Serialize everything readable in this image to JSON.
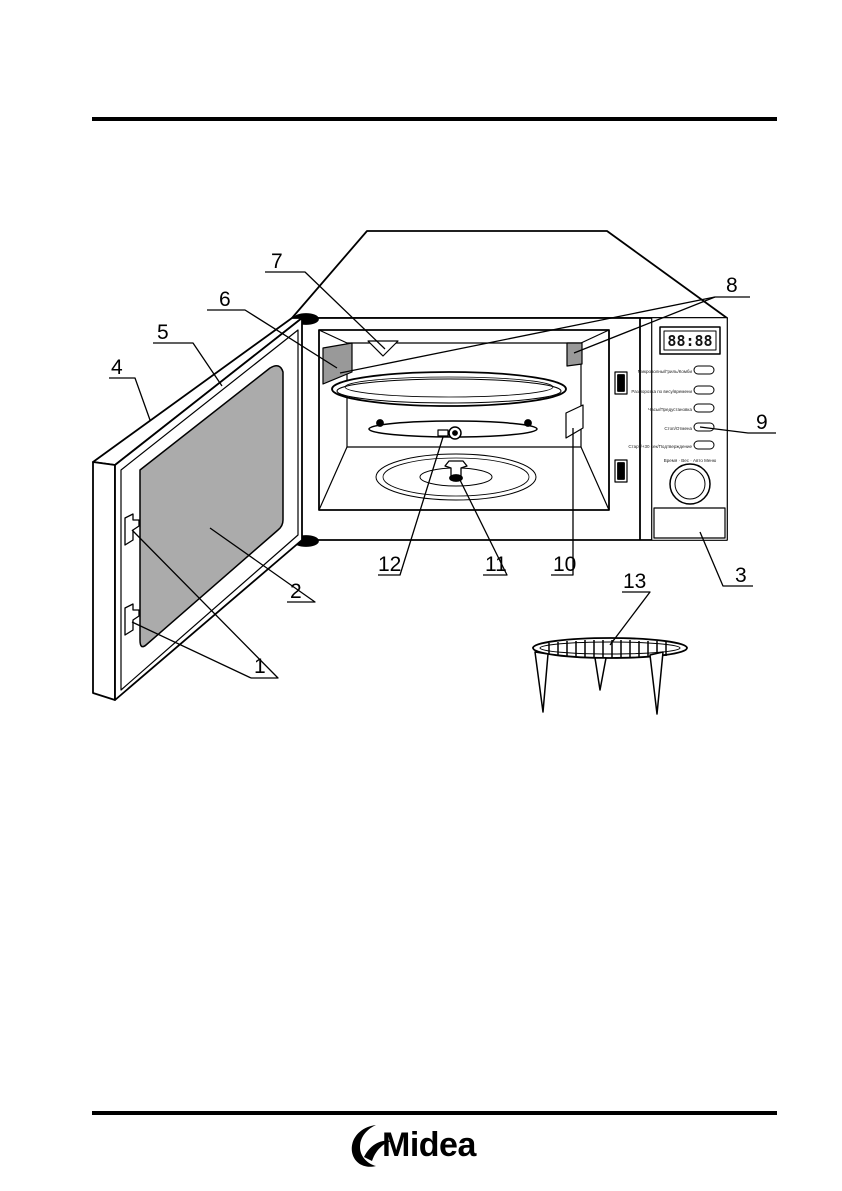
{
  "callouts": {
    "c1": "1",
    "c2": "2",
    "c3": "3",
    "c4": "4",
    "c5": "5",
    "c6": "6",
    "c7": "7",
    "c8": "8",
    "c9": "9",
    "c10": "10",
    "c11": "11",
    "c12": "12",
    "c13": "13"
  },
  "control_panel": {
    "display": "88:88",
    "buttons": [
      "Микроволны/Гриль/Комби",
      "Разморозка по весу/времени",
      "Часы/Предустановка",
      "Стоп/Отмена",
      "Старт/+30 сек/Подтверждение"
    ],
    "dial_label": "Время · Вес · Авто Меню"
  },
  "footer": {
    "brand": "Midea"
  }
}
